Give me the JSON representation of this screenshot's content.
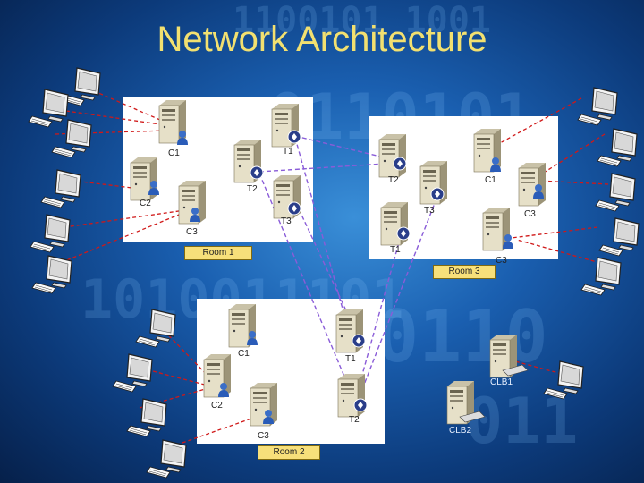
{
  "title": "Network Architecture",
  "rooms": {
    "room1": {
      "name": "Room 1",
      "labels": {
        "c1": "C1",
        "t1": "T1",
        "t2": "T2",
        "c2": "C2",
        "t3": "T3",
        "c3": "C3"
      }
    },
    "room3": {
      "name": "Room 3",
      "labels": {
        "t2": "T2",
        "c1": "C1",
        "t3": "T3",
        "c3": "C3",
        "t1": "T1",
        "c3b": "C3"
      }
    },
    "room2": {
      "name": "Room 2",
      "labels": {
        "c1": "C1",
        "t1": "T1",
        "c2": "C2",
        "t2": "T2",
        "c3": "C3"
      }
    }
  },
  "clb": {
    "clb1": "CLB1",
    "clb2": "CLB2"
  },
  "colors": {
    "title": "#f2e070",
    "client_link": "#d01818",
    "server_link": "#8a5cd8",
    "room_tag": "#f7e07a"
  }
}
